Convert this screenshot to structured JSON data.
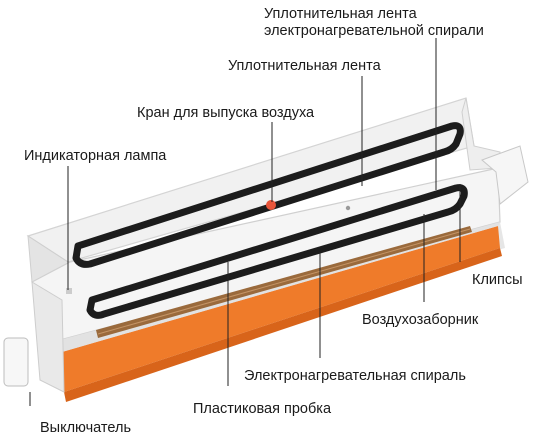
{
  "diagram": {
    "labels": {
      "sealing_strip_heater_line1": "Уплотнительная лента",
      "sealing_strip_heater_line2": "электронагревательной спирали",
      "sealing_strip": "Уплотнительная лента",
      "air_release_valve": "Кран для выпуска воздуха",
      "indicator_lamp": "Индикаторная лампа",
      "clips": "Клипсы",
      "air_intake": "Воздухозаборник",
      "heating_element": "Электронагревательная спираль",
      "plastic_plug": "Пластиковая пробка",
      "switch": "Выключатель"
    },
    "colors": {
      "body": "#f2f2f2",
      "gasket": "#1c1c1c",
      "orange_base": "#ef7b2a",
      "heating_strip": "#9a6a3c",
      "valve": "#e8553a"
    }
  }
}
